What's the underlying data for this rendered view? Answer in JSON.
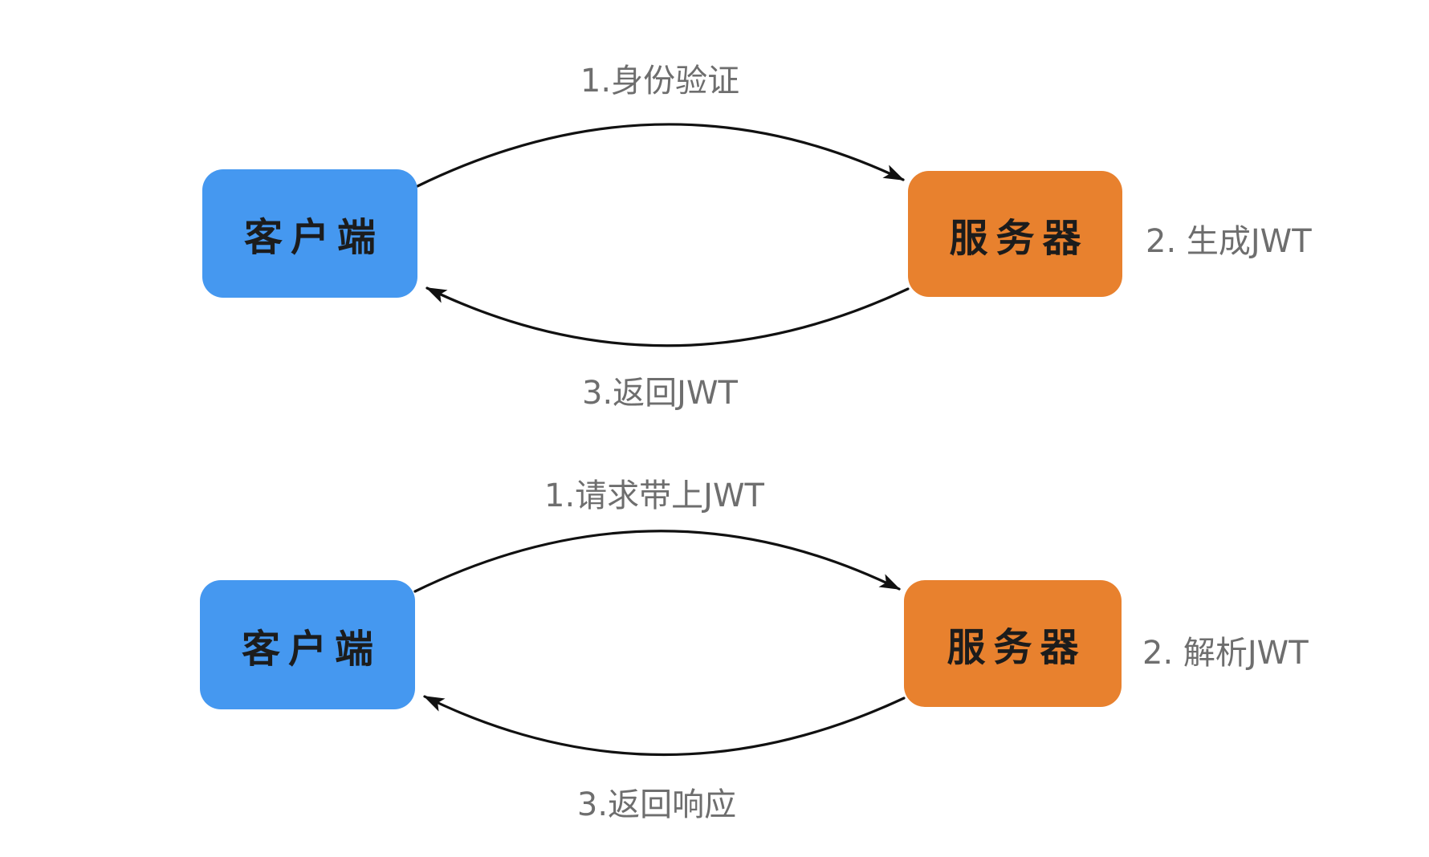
{
  "diagram": {
    "title": "JWT authentication flow (hand-drawn style diagram)",
    "colors": {
      "client_box": "#4598f0",
      "server_box": "#e8812e",
      "box_text": "#1c1c1c",
      "label_text": "#6e6e6e",
      "arrow": "#111111",
      "background": "#ffffff"
    },
    "sections": [
      {
        "client_label": "客户端",
        "server_label": "服务器",
        "forward_arrow_label": "1.身份验证",
        "server_side_note": "2. 生成JWT",
        "return_arrow_label": "3.返回JWT"
      },
      {
        "client_label": "客户端",
        "server_label": "服务器",
        "forward_arrow_label": "1.请求带上JWT",
        "server_side_note": "2. 解析JWT",
        "return_arrow_label": "3.返回响应"
      }
    ]
  }
}
